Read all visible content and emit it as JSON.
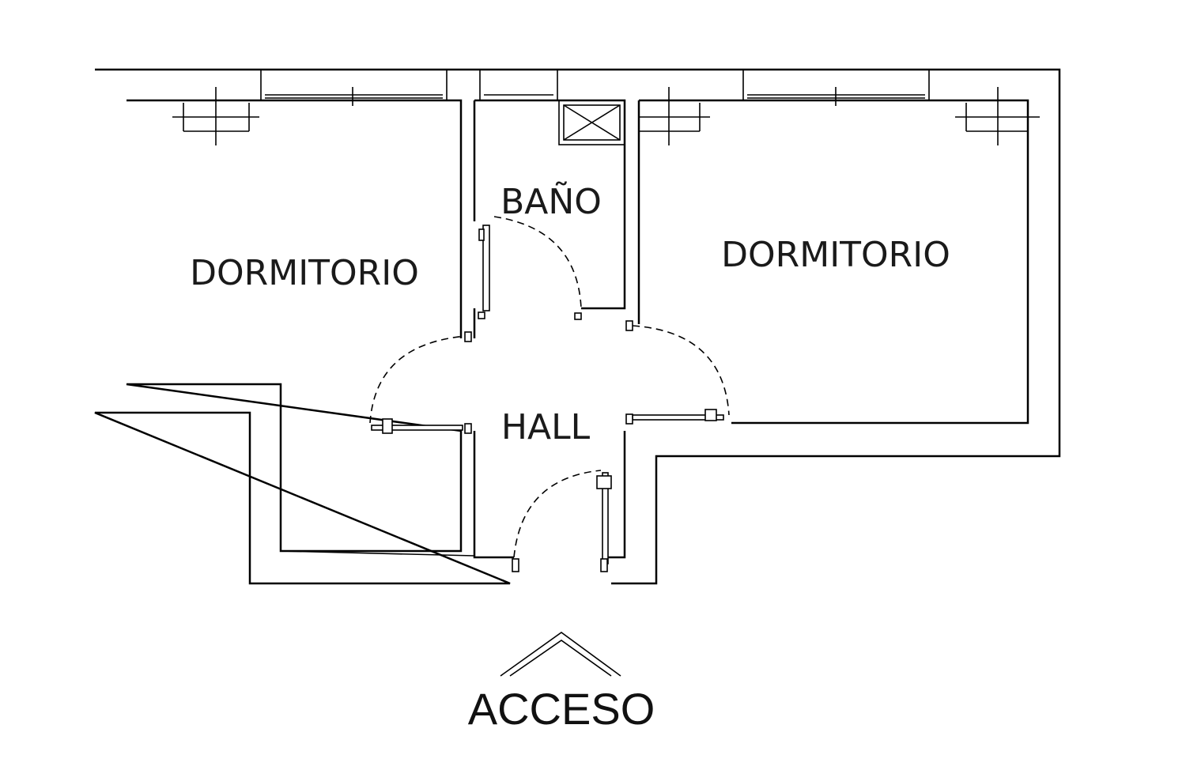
{
  "rooms": {
    "dormitorio_left": "DORMITORIO",
    "bano": "BAÑO",
    "dormitorio_right": "DORMITORIO",
    "hall": "HALL"
  },
  "access": {
    "label": "ACCESO",
    "icon": "entrance-chevron-icon"
  }
}
